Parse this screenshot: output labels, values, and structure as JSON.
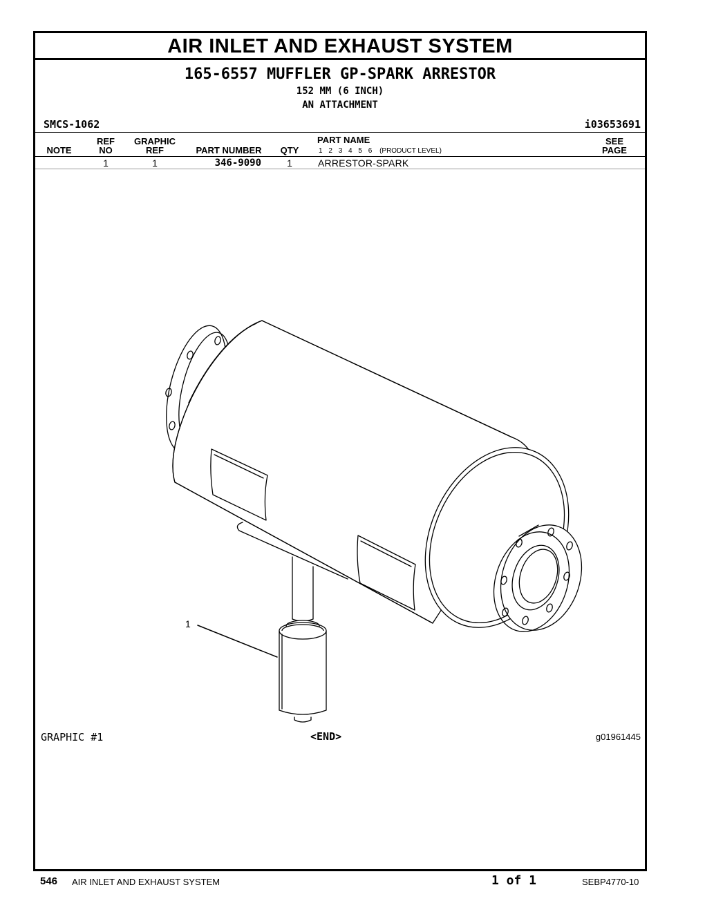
{
  "header": {
    "section_title": "AIR INLET AND EXHAUST SYSTEM",
    "group_title": "165-6557 MUFFLER GP-SPARK ARRESTOR",
    "subtitle_1": "152 MM (6 INCH)",
    "subtitle_2": "AN ATTACHMENT",
    "smcs": "SMCS-1062",
    "doc_id": "i03653691"
  },
  "table": {
    "columns": {
      "note": "NOTE",
      "ref_no": "REF\nNO",
      "graphic_ref": "GRAPHIC\nREF",
      "part_number": "PART NUMBER",
      "qty": "QTY",
      "part_name": "PART NAME",
      "levels": [
        "1",
        "2",
        "3",
        "4",
        "5",
        "6"
      ],
      "product_level": "(PRODUCT LEVEL)",
      "see_page": "SEE\nPAGE"
    },
    "rows": [
      {
        "note": "",
        "ref_no": "1",
        "graphic_ref": "1",
        "part_number": "346-9090",
        "qty": "1",
        "part_name": "ARRESTOR-SPARK",
        "see_page": ""
      }
    ]
  },
  "graphic": {
    "label": "GRAPHIC #1",
    "end_marker": "<END>",
    "graphic_id": "g01961445",
    "callout": "1"
  },
  "footer": {
    "page_number": "546",
    "section": "AIR INLET AND EXHAUST SYSTEM",
    "page_count": "1 of 1",
    "doc_number": "SEBP4770-10"
  }
}
